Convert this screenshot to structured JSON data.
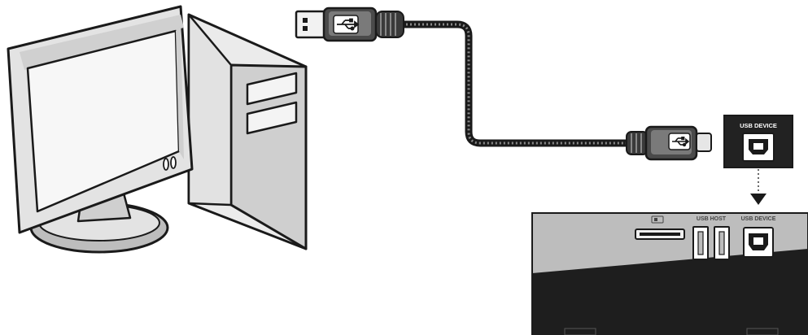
{
  "labels": {
    "callout_port": "USB DEVICE",
    "panel_usb_host": "USB HOST",
    "panel_usb_device": "USB DEVICE"
  },
  "icons": {
    "card_slot": "sd-card-icon",
    "usb_symbol": "usb-icon"
  },
  "colors": {
    "outline": "#1a1a1a",
    "monitor_bezel": "#e3e3e3",
    "screen": "#f7f7f7",
    "tower": "#d2d2d2",
    "panel_gray": "#bdbdbd",
    "device_body": "#1e1e1e",
    "callout_bg": "#222222"
  }
}
